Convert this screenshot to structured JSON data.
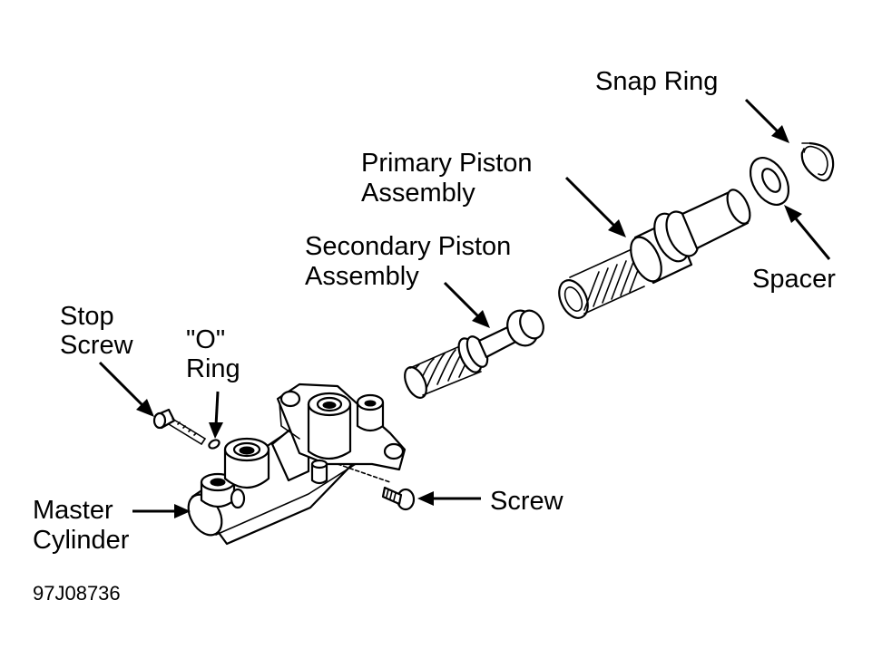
{
  "labels": {
    "snap_ring": "Snap Ring",
    "primary_piston_l1": "Primary Piston",
    "primary_piston_l2": "Assembly",
    "secondary_piston_l1": "Secondary Piston",
    "secondary_piston_l2": "Assembly",
    "spacer": "Spacer",
    "stop_screw_l1": "Stop",
    "stop_screw_l2": "Screw",
    "o_ring_l1": "\"O\"",
    "o_ring_l2": "Ring",
    "master_cylinder_l1": "Master",
    "master_cylinder_l2": "Cylinder",
    "screw": "Screw"
  },
  "figure_code": "97J08736",
  "colors": {
    "ink": "#000000",
    "paper": "#ffffff"
  }
}
